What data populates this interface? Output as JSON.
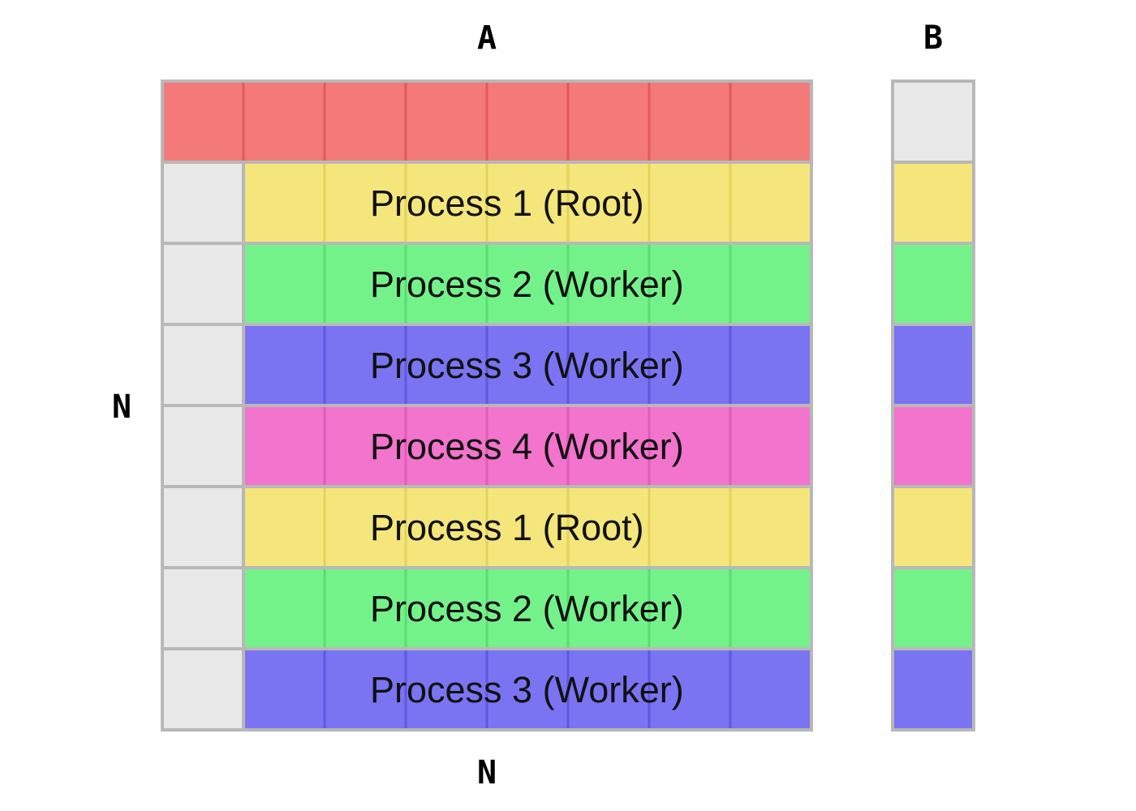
{
  "labels": {
    "matrix_a": "A",
    "vector_b": "B",
    "rows_n": "N",
    "cols_n": "N"
  },
  "colors": {
    "grid_border": "#b8b8b8",
    "unassigned": "#e8e8e8",
    "pivot_row": "#f37a79",
    "pivot_row_divider": "#e05a5a",
    "process_1": "#f4e67a",
    "process_2": "#74f28a",
    "process_3": "#7a74f2",
    "process_4": "#f274cc",
    "divider_1": "#e3d25e",
    "divider_2": "#5ddc72",
    "divider_3": "#6058e0",
    "divider_4": "#e05cb8"
  },
  "matrix": {
    "size": 8,
    "pivot_row": {
      "color_key": "pivot_row",
      "divider_key": "pivot_row_divider"
    },
    "rows": [
      {
        "label": "Process 1 (Root)",
        "color_key": "process_1",
        "divider_key": "divider_1"
      },
      {
        "label": "Process 2 (Worker)",
        "color_key": "process_2",
        "divider_key": "divider_2"
      },
      {
        "label": "Process 3 (Worker)",
        "color_key": "process_3",
        "divider_key": "divider_3"
      },
      {
        "label": "Process 4 (Worker)",
        "color_key": "process_4",
        "divider_key": "divider_4"
      },
      {
        "label": "Process 1 (Root)",
        "color_key": "process_1",
        "divider_key": "divider_1"
      },
      {
        "label": "Process 2 (Worker)",
        "color_key": "process_2",
        "divider_key": "divider_2"
      },
      {
        "label": "Process 3 (Worker)",
        "color_key": "process_3",
        "divider_key": "divider_3"
      }
    ]
  },
  "vector_b": {
    "cells": [
      "unassigned",
      "process_1",
      "process_2",
      "process_3",
      "process_4",
      "process_1",
      "process_2",
      "process_3"
    ]
  }
}
